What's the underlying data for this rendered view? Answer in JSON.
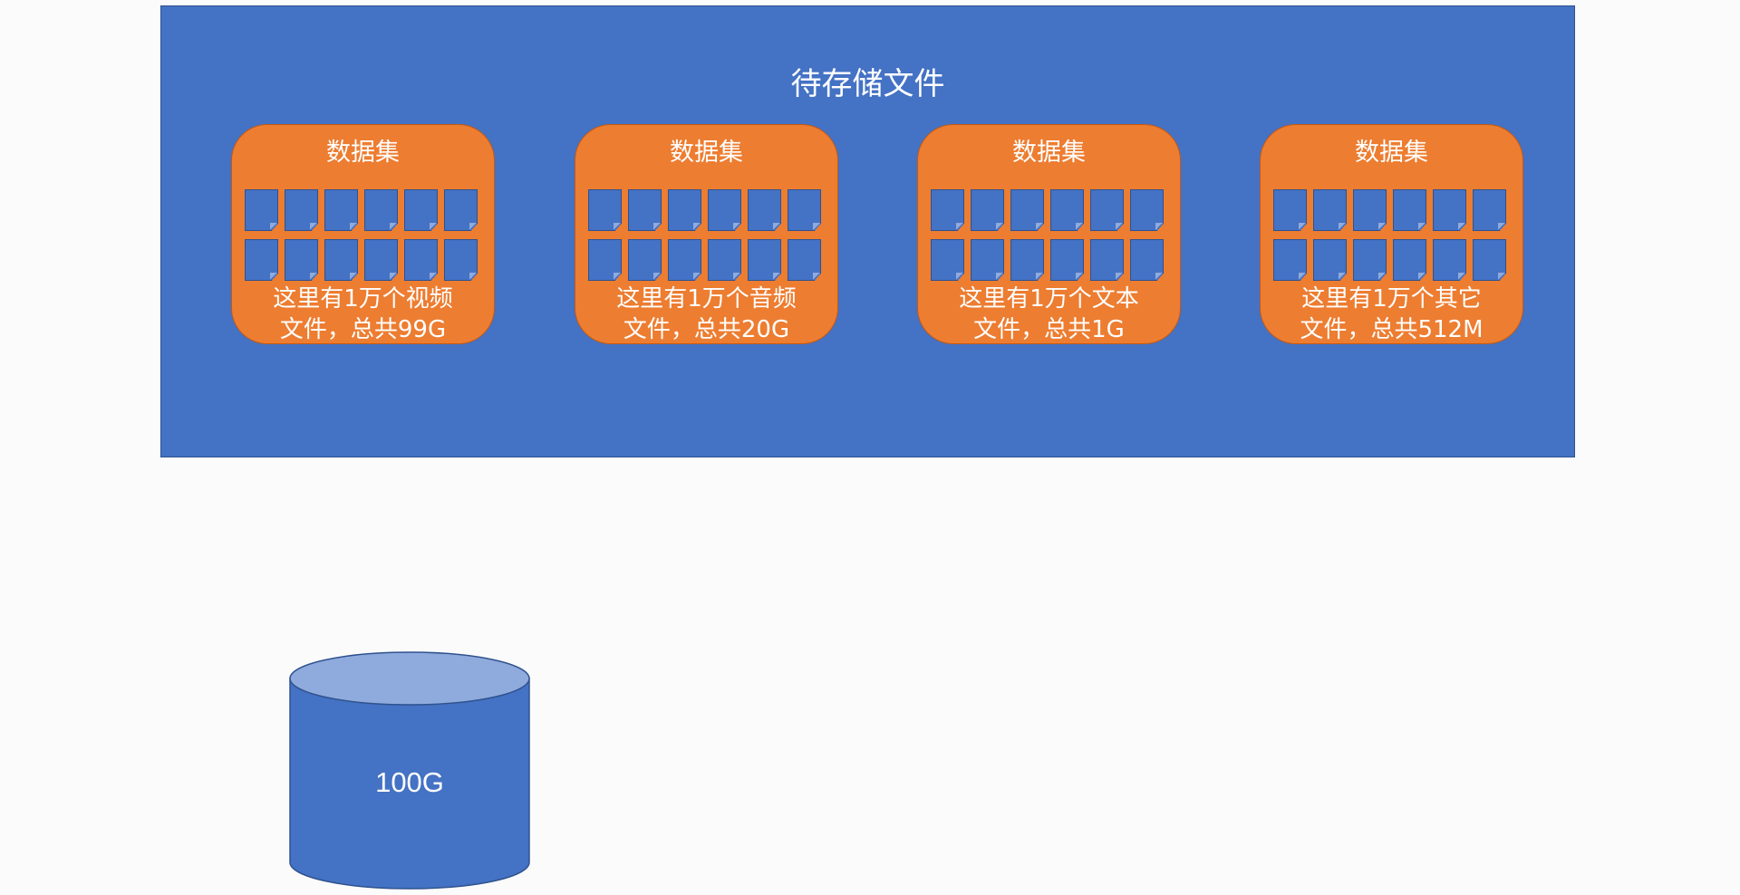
{
  "container": {
    "title": "待存储文件"
  },
  "datasets": [
    {
      "title": "数据集",
      "desc_line1": "这里有1万个视频",
      "desc_line2": "文件，总共99G"
    },
    {
      "title": "数据集",
      "desc_line1": "这里有1万个音频",
      "desc_line2": "文件，总共20G"
    },
    {
      "title": "数据集",
      "desc_line1": "这里有1万个文本",
      "desc_line2": "文件，总共1G"
    },
    {
      "title": "数据集",
      "desc_line1": "这里有1万个其它",
      "desc_line2": "文件，总共512M"
    }
  ],
  "file_icons_per_dataset": 12,
  "disk": {
    "label": "100G"
  },
  "colors": {
    "container_blue": "#4472c4",
    "dataset_orange": "#ed7d31",
    "disk_top": "#8faadc",
    "background": "#fbfbfb"
  }
}
